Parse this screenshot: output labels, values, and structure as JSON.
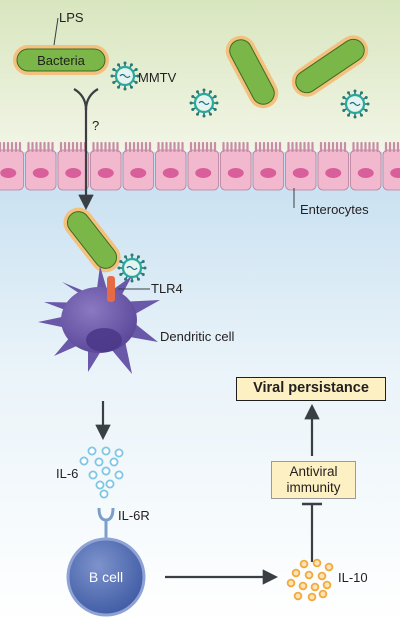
{
  "labels": {
    "lps": "LPS",
    "bacteria": "Bacteria",
    "mmtv": "MMTV",
    "question": "?",
    "enterocytes": "Enterocytes",
    "tlr4": "TLR4",
    "dendritic_cell": "Dendritic cell",
    "il6": "IL-6",
    "il6r": "IL-6R",
    "b_cell": "B cell",
    "il10": "IL-10",
    "viral_persistance": "Viral persistance",
    "antiviral_line1": "Antiviral",
    "antiviral_line2": "immunity"
  },
  "colors": {
    "lumen_top": "#d8e6bf",
    "lumen_bottom": "#f2f5e6",
    "tissue_top": "#c7e0ee",
    "tissue_bottom": "#ffffff",
    "enterocyte": "#f2b8cd",
    "enterocyte_nucleus": "#d95f9a",
    "bacteria_fill": "#7ab648",
    "bacteria_border": "#f3c07d",
    "virus": "#2aa89d",
    "dendritic": "#6a58a8",
    "il6_dots": "#7fc6e6",
    "b_cell": "#4f6ab1",
    "il10_dots": "#f2a93b",
    "box_fill": "#fdf0c3",
    "arrow": "#3a3f44"
  }
}
